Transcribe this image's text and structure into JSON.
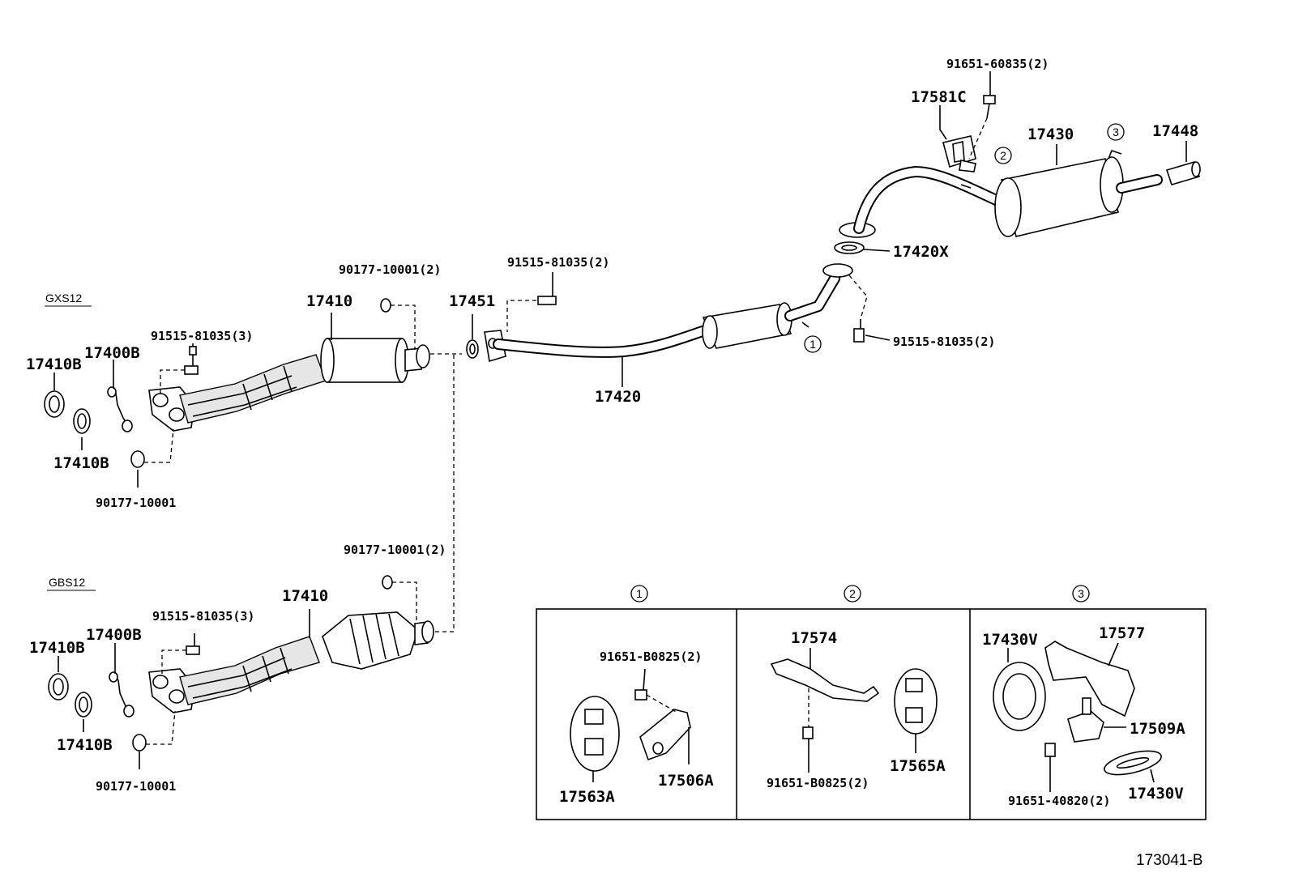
{
  "variants": {
    "top": "GXS12",
    "bottom": "GBS12"
  },
  "labels": {
    "p17410_top": "17410",
    "p17410_bot": "17410",
    "p17410b_1": "17410B",
    "p17410b_2": "17410B",
    "p17410b_3": "17410B",
    "p17410b_4": "17410B",
    "p17400b_top": "17400B",
    "p17400b_bot": "17400B",
    "p90177_top_2": "90177-10001(2)",
    "p90177_top": "90177-10001",
    "p90177_bot_2": "90177-10001(2)",
    "p90177_bot": "90177-10001",
    "p91515_top_3": "91515-81035(3)",
    "p91515_bot_3": "91515-81035(3)",
    "p91515_mid": "91515-81035(2)",
    "p91515_right": "91515-81035(2)",
    "p17451": "17451",
    "p17420": "17420",
    "p17420x": "17420X",
    "p17430": "17430",
    "p17448": "17448",
    "p17581c": "17581C",
    "p91651_60835": "91651-60835(2)",
    "p17574": "17574",
    "p17565a": "17565A",
    "p17563a": "17563A",
    "p17506a": "17506A",
    "p91651_b0825_1": "91651-B0825(2)",
    "p91651_b0825_2": "91651-B0825(2)",
    "p17430v_1": "17430V",
    "p17430v_2": "17430V",
    "p17577": "17577",
    "p17509a": "17509A",
    "p91651_40820": "91651-40820(2)"
  },
  "callouts": {
    "c1": "1",
    "c2": "2",
    "c3": "3"
  },
  "diagram_code": "173041-B"
}
